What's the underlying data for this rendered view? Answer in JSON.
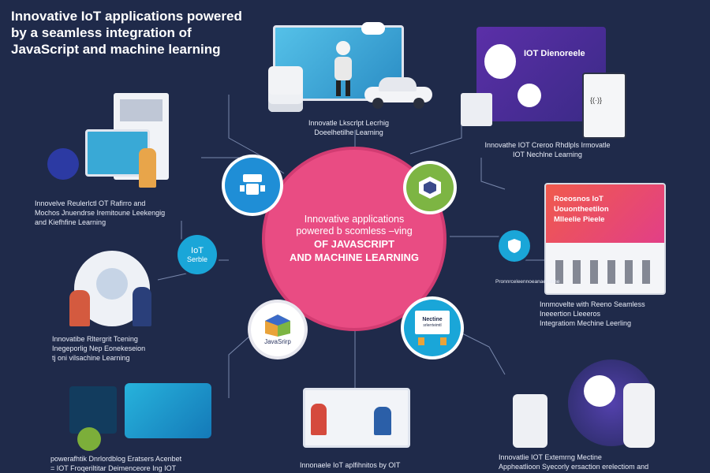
{
  "title": "Innovative IoT applications powered by a seamless integration of JavaScript and machine learning",
  "hub": {
    "line1": "Innovative applications",
    "line2": "powered b scomless –ving",
    "line3": "OF JAVASCRIPT",
    "line4": "AND MACHINE LEARNING"
  },
  "captions": {
    "top_center": [
      "Innovatle Lkscrlpt Lecrhig",
      "Doeelhetilhe Learning"
    ],
    "top_right": [
      "Innovathe IOT Creroo Rhdlpls Irmovatle",
      "IOT Nechlne Learning"
    ],
    "upper_left": [
      "Innovelve Reulerlctl OT Rafirro and",
      "Mochos Jnuendrse Iremitoune Leekengig",
      "and Kiefhfine Learning"
    ],
    "middle_left": [
      "Innovatibe Rltergrit Tcening",
      "Inegeporlig Nep Eonekeseion",
      "tj oni vilsachine Learning"
    ],
    "middle_right": [
      "Innmovelte with Reeno Seamless",
      "Ineeertion Lleeeros",
      "Integratiom Mechine Leerling"
    ],
    "bottom_left": [
      "powerafhtik Dnrlordblog Eratsers Acenbet",
      "= IOT Froqeriltitar Deimenceore Ing IOT"
    ],
    "bottom_center": [
      "Innonaele IoT aplfihnitos by OIT"
    ],
    "bottom_right": [
      "Innovatlie IOT Extemrng Mectine",
      "Appheatlioon Syecorly ersaction erelectiom and"
    ]
  },
  "node_labels": {
    "iot_serble": [
      "IoT",
      "Serble"
    ],
    "javascript": "JavaSrirp",
    "machine": [
      "Nectine",
      "srlerrteimtl"
    ]
  },
  "panels": {
    "top_right_title": "IOT Dienoreele",
    "top_right_code": "{(·)}",
    "right_title": [
      "Roeosnos IoT",
      "Uouontheetilon",
      "Mlleelie Pieele"
    ],
    "right_tag": "Pronnrceleennoeanaeestlne"
  },
  "colors": {
    "background": "#1f2a4a",
    "hub": "#e94c83",
    "node_blue": "#1f8ed6",
    "node_green": "#7db543",
    "node_teal": "#1aa6d8"
  }
}
